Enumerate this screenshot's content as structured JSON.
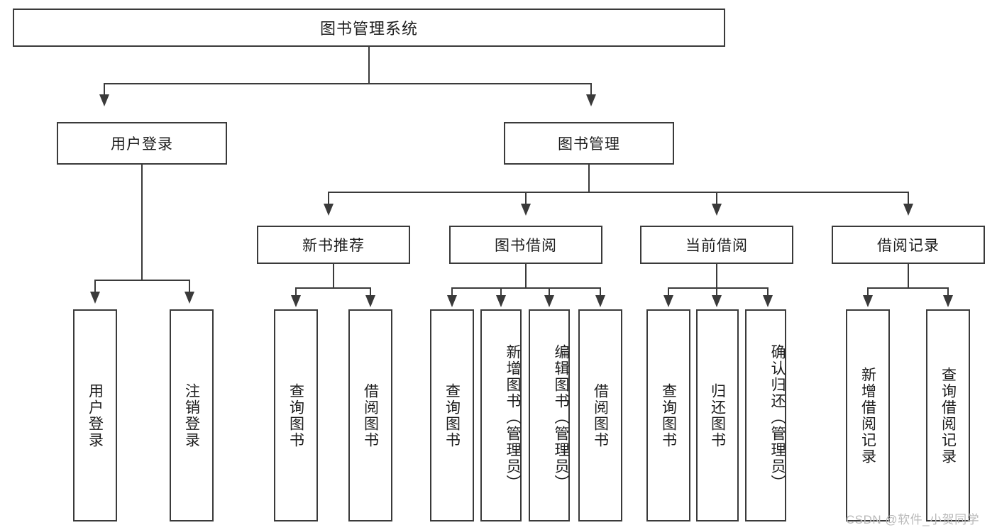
{
  "diagram": {
    "type": "tree",
    "title": "图书管理系统",
    "orientation": "top-down",
    "root": {
      "id": "root",
      "label": "图书管理系统"
    },
    "level1": [
      {
        "id": "user-login",
        "label": "用户登录"
      },
      {
        "id": "book-manage",
        "label": "图书管理"
      }
    ],
    "level2": [
      {
        "id": "new-book-rec",
        "label": "新书推荐",
        "parent": "book-manage"
      },
      {
        "id": "book-borrow",
        "label": "图书借阅",
        "parent": "book-manage"
      },
      {
        "id": "current-borrow",
        "label": "当前借阅",
        "parent": "book-manage"
      },
      {
        "id": "borrow-record",
        "label": "借阅记录",
        "parent": "book-manage"
      }
    ],
    "leaves": {
      "user-login": [
        {
          "id": "leaf-user-login",
          "label": "用户登录"
        },
        {
          "id": "leaf-user-logout",
          "label": "注销登录"
        }
      ],
      "new-book-rec": [
        {
          "id": "leaf-query-book-1",
          "label": "查询图书"
        },
        {
          "id": "leaf-borrow-book-1",
          "label": "借阅图书"
        }
      ],
      "book-borrow": [
        {
          "id": "leaf-query-book-2",
          "label": "查询图书"
        },
        {
          "id": "leaf-add-book",
          "label": "新增图书（管理员）"
        },
        {
          "id": "leaf-edit-book",
          "label": "编辑图书（管理员）"
        },
        {
          "id": "leaf-borrow-book-2",
          "label": "借阅图书"
        }
      ],
      "current-borrow": [
        {
          "id": "leaf-query-book-3",
          "label": "查询图书"
        },
        {
          "id": "leaf-return-book",
          "label": "归还图书"
        },
        {
          "id": "leaf-confirm-return",
          "label": "确认归还（管理员）"
        }
      ],
      "borrow-record": [
        {
          "id": "leaf-add-record",
          "label": "新增借阅记录"
        },
        {
          "id": "leaf-query-record",
          "label": "查询借阅记录"
        }
      ]
    }
  },
  "watermark": {
    "text": "CSDN @软件_小贺同学"
  },
  "colors": {
    "stroke": "#3a3a3a",
    "text": "#1c1c1c",
    "background": "#ffffff",
    "watermark": "#b9b9b9"
  }
}
